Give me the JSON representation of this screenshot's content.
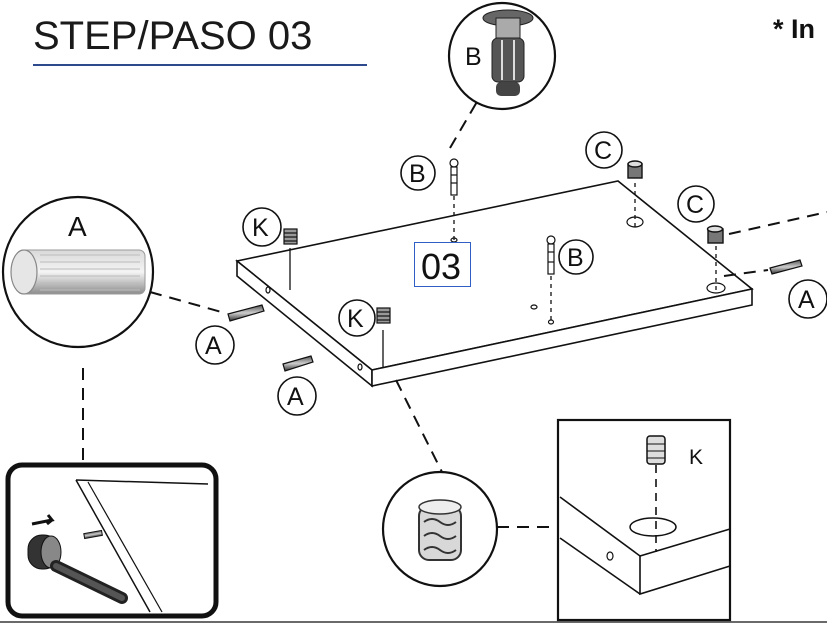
{
  "header": {
    "title": "STEP/PASO 03",
    "note_partial": "* In"
  },
  "step_marker": "03",
  "parts": {
    "A": "A",
    "B": "B",
    "C": "C",
    "K": "K"
  },
  "colors": {
    "rule": "#2c4a8c",
    "step_box": "#2f5fc4"
  }
}
